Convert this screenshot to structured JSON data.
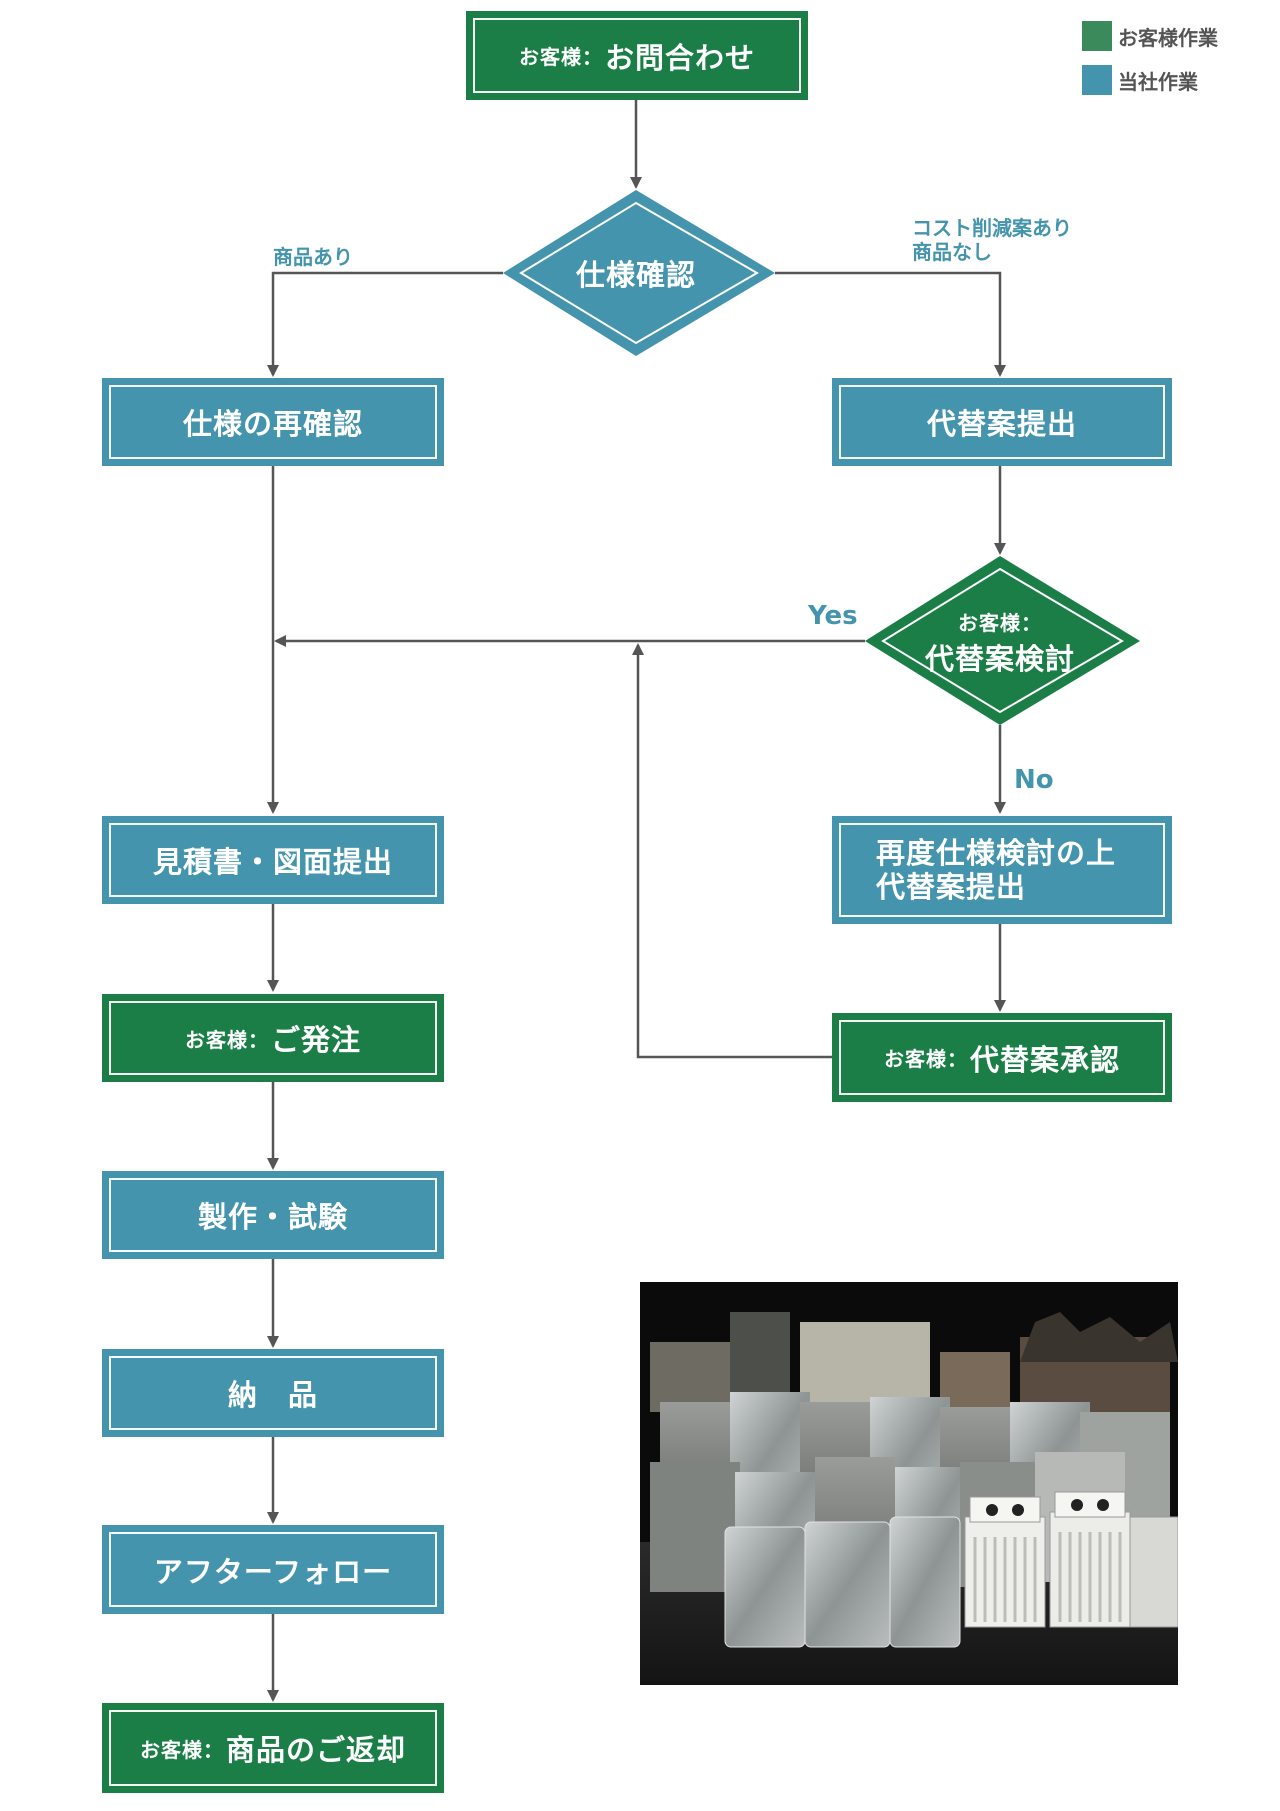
{
  "legend": {
    "customer": {
      "label": "お客様作業",
      "color": "#3a8a5c"
    },
    "company": {
      "label": "当社作業",
      "color": "#4494ad"
    }
  },
  "nodes": {
    "inquiry": {
      "prefix": "お客様：",
      "text": "お問合わせ"
    },
    "spec_check": {
      "text": "仕様確認"
    },
    "spec_recheck": {
      "text": "仕様の再確認"
    },
    "alt_proposal": {
      "text": "代替案提出"
    },
    "alt_review": {
      "prefix": "お客様：",
      "text": "代替案検討"
    },
    "quote": {
      "text": "見積書・図面提出"
    },
    "re_review": {
      "line1": "再度仕様検討の上",
      "line2": "代替案提出"
    },
    "order": {
      "prefix": "お客様：",
      "text": "ご発注"
    },
    "alt_approval": {
      "prefix": "お客様：",
      "text": "代替案承認"
    },
    "manufacture": {
      "text": "製作・試験"
    },
    "delivery": {
      "text": "納　品"
    },
    "aftercare": {
      "text": "アフターフォロー"
    },
    "return": {
      "prefix": "お客様：",
      "text": "商品のご返却"
    }
  },
  "labels": {
    "in_stock": "商品あり",
    "cost_reduction_line1": "コスト削減案あり",
    "cost_reduction_line2": "商品なし",
    "yes": "Yes",
    "no": "No"
  },
  "colors": {
    "blue": "#4494ad",
    "green": "#1b7e47",
    "line": "#555555"
  }
}
